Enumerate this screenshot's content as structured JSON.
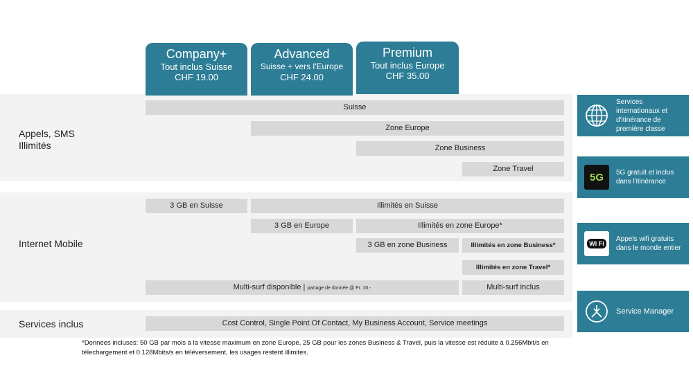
{
  "plans": [
    {
      "name": "Company+",
      "subtitle": "Tout inclus Suisse",
      "price": "CHF 19.00"
    },
    {
      "name": "Advanced",
      "subtitle": "Suisse + vers l'Europe",
      "price": "CHF 24.00"
    },
    {
      "name": "Premium",
      "subtitle": "Tout inclus Europe",
      "price": "CHF 35.00"
    }
  ],
  "rows": {
    "calls": "Appels, SMS Illimités",
    "internet": "Internet Mobile",
    "services": "Services inclus"
  },
  "bars": {
    "suisse": "Suisse",
    "zone_europe": "Zone Europe",
    "zone_business": "Zone Business",
    "zone_travel": "Zone Travel",
    "gb3_suisse": "3 GB en Suisse",
    "illimites_suisse": "Illimités en Suisse",
    "gb3_europe": "3 GB en Europe",
    "illimites_europe": "Illimités en zone Europe*",
    "gb3_business": "3 GB en zone Business",
    "illimites_business": "Illimités en zone Business*",
    "illimites_travel": "Illimités en zone Travel*",
    "multisurf_dispo": "Multi-surf disponible |",
    "multisurf_note": "partage de donnée @ Fr. 10.-",
    "multisurf_inclus": "Multi-surf inclus",
    "services_list": "Cost Control, Single Point Of Contact, My Business Account, Service meetings"
  },
  "features": [
    {
      "icon": "globe-icon",
      "text": "Services internationaux et d'itinérance de première classe"
    },
    {
      "icon": "5g-icon",
      "text": "5G gratuit et inclus dans l'itinérance"
    },
    {
      "icon": "wifi-icon",
      "text": "Appels wifi gratuits dans le monde entier"
    },
    {
      "icon": "service-manager-icon",
      "text": "Service Manager"
    }
  ],
  "icon_labels": {
    "fiveg": "5G",
    "wifi": "Wi Fi"
  },
  "footnote": "*Données incluses: 50 GB par mois à la vitesse maximum en zone Europe, 25 GB pour les zones Business & Travel, puis la vitesse est réduite à  0.256Mbit/s en télechargement et 0.128Mbits/s en téléversement, les usages restent illimités.",
  "colors": {
    "accent": "#2c7d95",
    "bar": "#d8d8d8",
    "band": "#f3f3f3"
  }
}
